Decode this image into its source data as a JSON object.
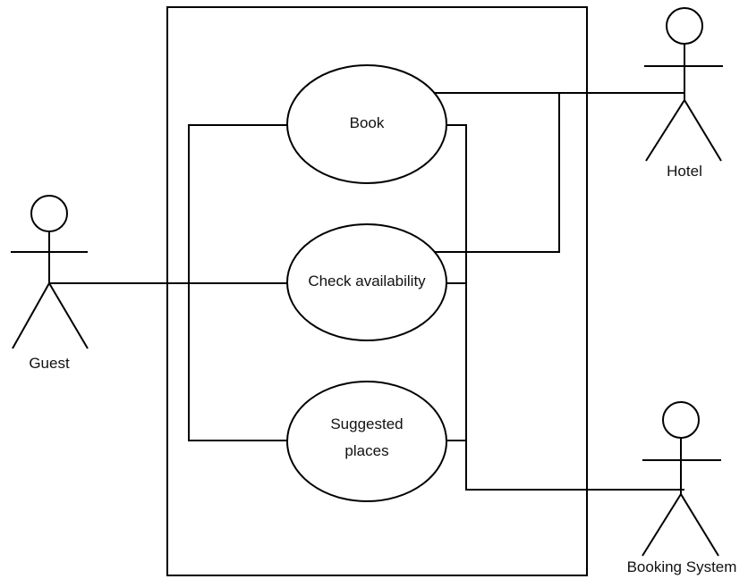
{
  "actors": {
    "guest": "Guest",
    "hotel": "Hotel",
    "booking_system": "Booking System"
  },
  "use_cases": {
    "book": "Book",
    "check_availability": "Check availability",
    "suggested_places_line1": "Suggested",
    "suggested_places_line2": "places"
  },
  "colors": {
    "line": "#000000",
    "background": "#ffffff",
    "text": "#111111"
  }
}
